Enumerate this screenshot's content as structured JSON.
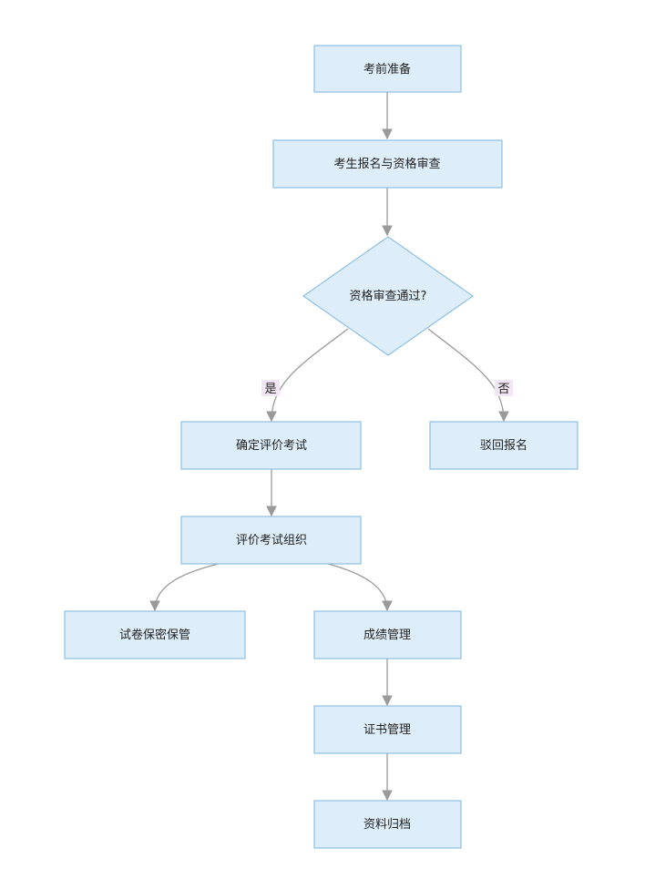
{
  "colors": {
    "node_fill": "#ddeefa",
    "node_stroke": "#8fbfe3",
    "edge": "#9a9a9a",
    "label_bg": "#f1e6f3",
    "text": "#222222"
  },
  "nodes": {
    "prep": "考前准备",
    "register": "考生报名与资格审查",
    "decision": "资格审查通过?",
    "confirm": "确定评价考试",
    "reject": "驳回报名",
    "organize": "评价考试组织",
    "paper": "试卷保密保管",
    "score": "成绩管理",
    "cert": "证书管理",
    "archive": "资料归档"
  },
  "edge_labels": {
    "yes": "是",
    "no": "否"
  }
}
